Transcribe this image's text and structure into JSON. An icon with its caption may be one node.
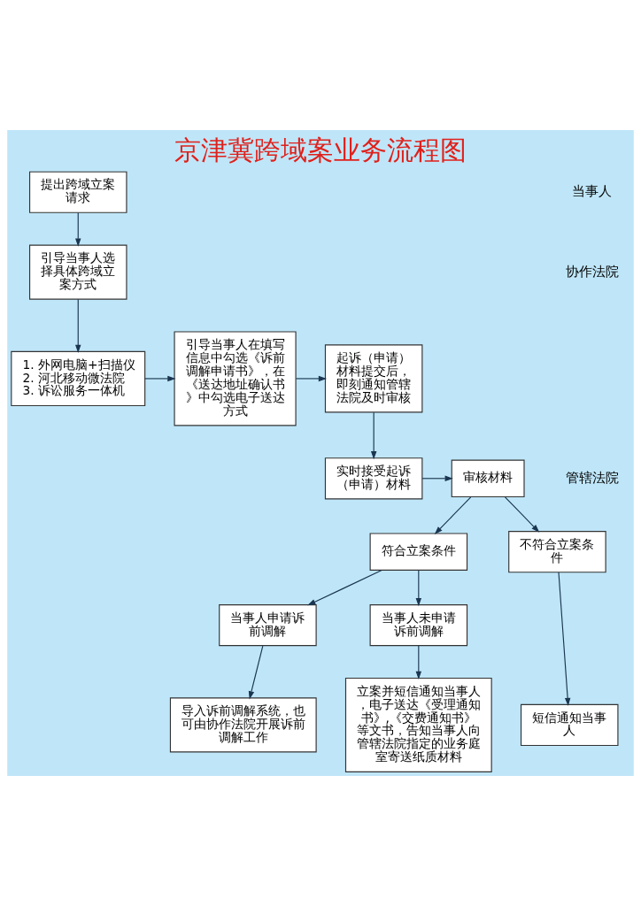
{
  "diagram": {
    "title": "京津冀跨域案业务流程图",
    "nodes": [
      {
        "text": [
          "提出跨域立案请求"
        ]
      },
      {
        "text": [
          "引导当事人选择具体跨域立案方式"
        ]
      },
      {
        "text": [
          "1. 外网电脑+扫描仪",
          "2. 河北移动微法院",
          "3. 诉讼服务一体机"
        ]
      },
      {
        "text": [
          "引导当事人在填写信息中勾选《诉前调解申请书》，在《送达地址确认书》中勾选电子送达方式"
        ]
      },
      {
        "text": [
          "起诉（申请）材料提交后，即刻通知管辖法院及时审核"
        ]
      },
      {
        "text": [
          "实时接受起诉（申请）材料"
        ]
      },
      {
        "text": [
          "审核材料"
        ]
      },
      {
        "text": [
          "符合立案条件"
        ]
      },
      {
        "text": [
          "不符合立案条件"
        ]
      },
      {
        "text": [
          "当事人申请诉前调解"
        ]
      },
      {
        "text": [
          "当事人未申请诉前调解"
        ]
      },
      {
        "text": [
          "导入诉前调解系统，也可由协作法院开展诉前调解工作"
        ]
      },
      {
        "text": [
          "立案并短信通知当事人，电子送达《受理通知书》,《交费通知书》等文书，告知当事人向管辖法院指定的业务庭室寄送纸质材料"
        ]
      },
      {
        "text": [
          "短信通知当事人"
        ]
      }
    ],
    "edges": [
      {
        "from": 0,
        "to": 1,
        "arrow": "to"
      },
      {
        "from": 1,
        "to": 2,
        "arrow": "to"
      },
      {
        "from": 2,
        "to": 3,
        "arrow": "to"
      },
      {
        "from": 3,
        "to": 4,
        "arrow": "to"
      },
      {
        "from": 4,
        "to": 5,
        "arrow": "to"
      },
      {
        "from": 5,
        "to": 6,
        "arrow": "to"
      },
      {
        "from": 6,
        "to": 7,
        "arrow": "to"
      },
      {
        "from": 6,
        "to": 8,
        "arrow": "to"
      },
      {
        "from": 7,
        "to": 9,
        "arrow": "to"
      },
      {
        "from": 7,
        "to": 10,
        "arrow": "to"
      },
      {
        "from": 9,
        "to": 11,
        "arrow": "to"
      },
      {
        "from": 10,
        "to": 12,
        "arrow": "to"
      },
      {
        "from": 8,
        "to": 13,
        "arrow": "to"
      }
    ],
    "labels": [
      "当事人",
      "协作法院",
      "管辖法院"
    ]
  }
}
